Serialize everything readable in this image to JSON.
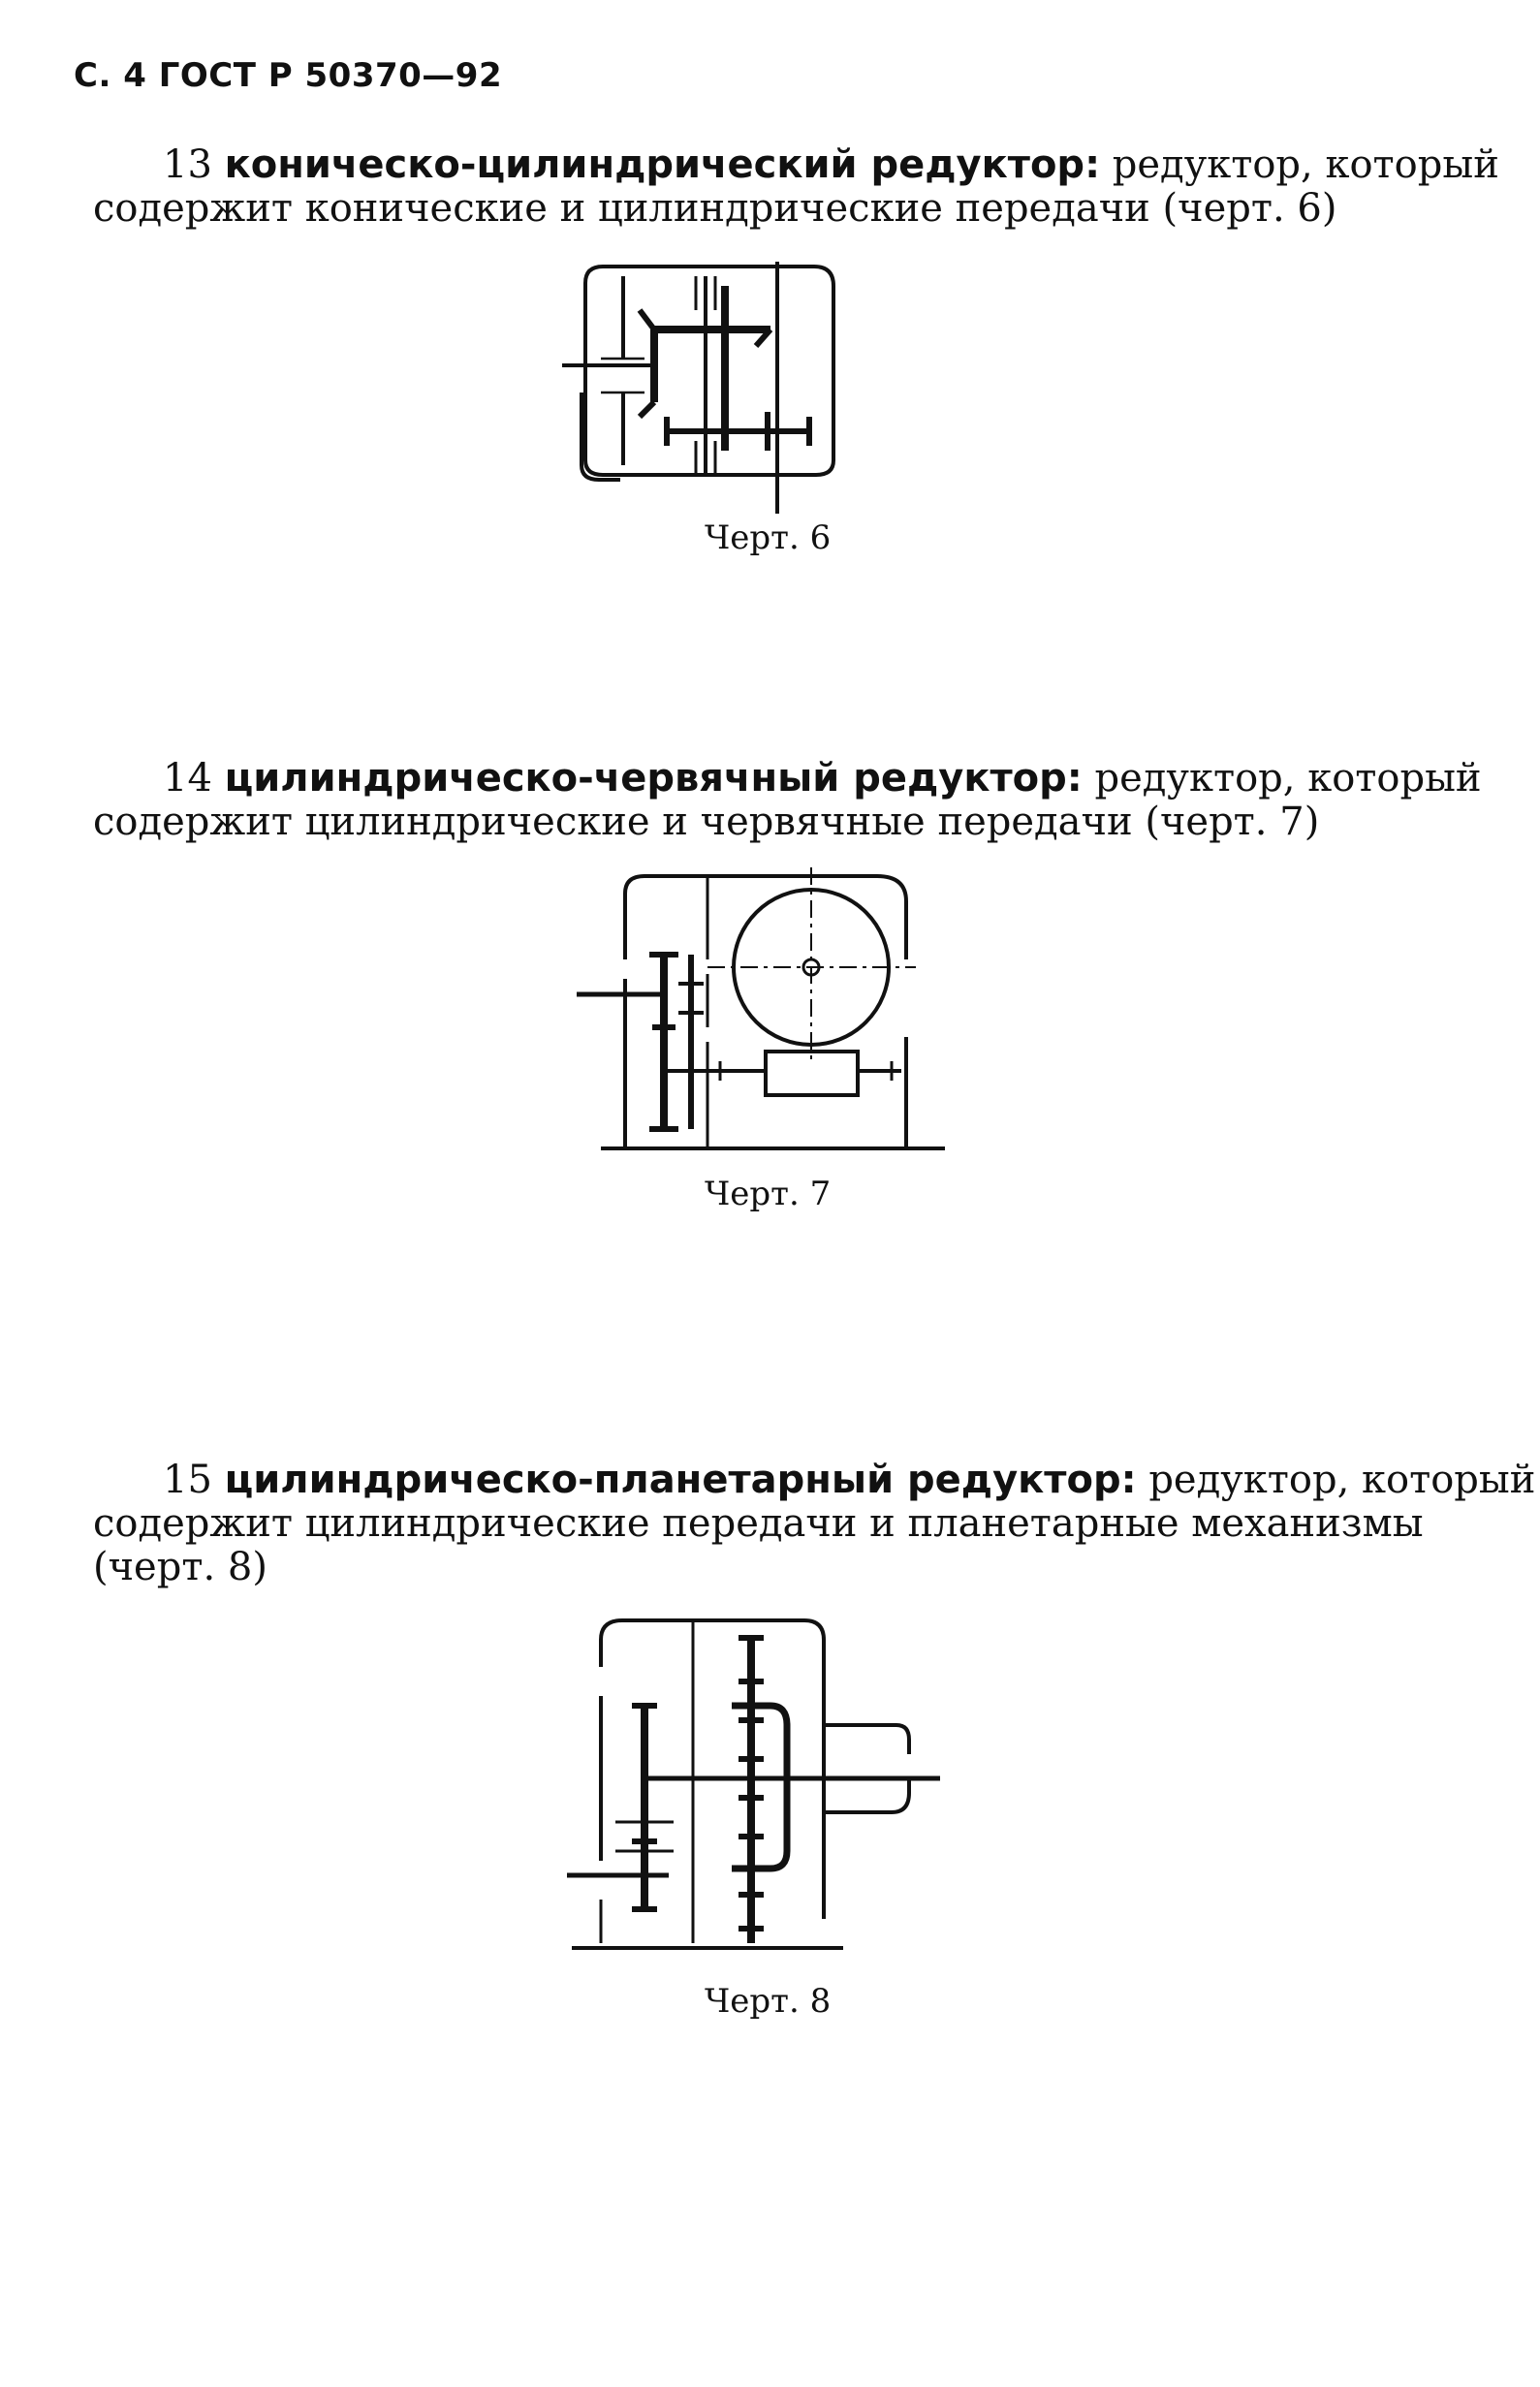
{
  "header": "С. 4 ГОСТ Р 50370—92",
  "items": [
    {
      "number": "13",
      "term": "коническо-цилиндрический редуктор:",
      "line1_rest": "редуктор, который",
      "line2": "содержит конические и цилиндрические передачи (черт. 6)",
      "caption": "Черт. 6"
    },
    {
      "number": "14",
      "term": "цилиндрическо-червячный редуктор:",
      "line1_rest": "редуктор, который",
      "line2": "содержит цилиндрические и червячные передачи (черт. 7)",
      "caption": "Черт. 7"
    },
    {
      "number": "15",
      "term": "цилиндрическо-планетарный редуктор:",
      "line1_rest": "редуктор, который",
      "line2": "содержит цилиндрические передачи и планетарные механизмы",
      "line3": "(черт. 8)",
      "caption": "Черт. 8"
    }
  ]
}
